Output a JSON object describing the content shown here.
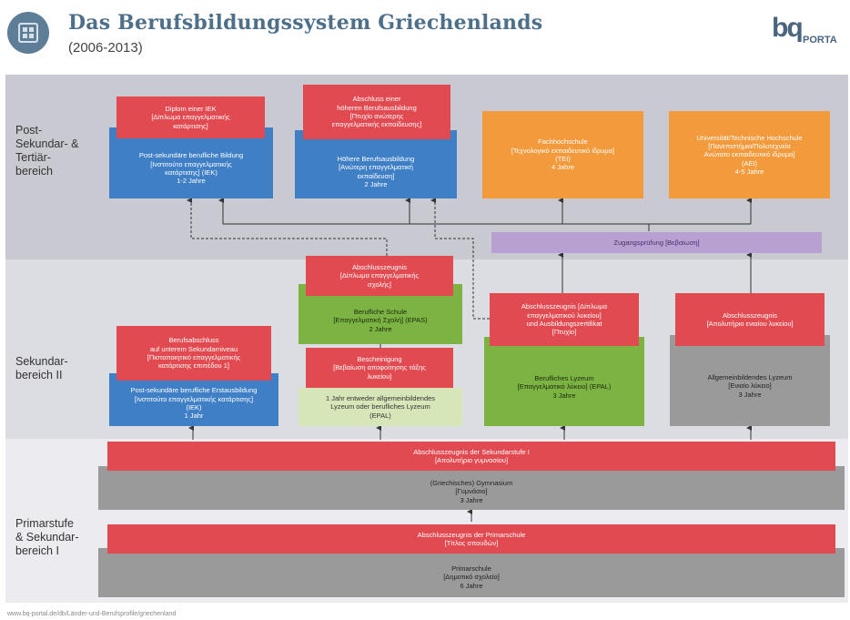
{
  "header": {
    "title": "Das Berufsbildungssystem Griechenlands",
    "subtitle": "(2006-2013)",
    "logo_mark": "bq",
    "logo_text": "PORTA"
  },
  "levels": {
    "tertiary": "Post-\nSekundar- &\nTertiär-\nbereich",
    "secondary2": "Sekundar-\nbereich II",
    "primary": "Primarstufe\n& Sekundar-\nbereich I"
  },
  "boxes": {
    "iek_diploma": "Diplom einer IEK\n[Δίπλωμα επαγγελματικής\nκατάρτισης]",
    "iek": "Post-sekundäre berufliche Bildung\n[Ινστιτούτο επαγγελματικής\nκατάρτισης] (IEK)\n1-2 Jahre",
    "higher_voc_cert": "Abschluss einer\nhöheren Berufsausbildung\n[Πτυχίο ανώτερης\nεπαγγελματικής εκπαίδευσης]",
    "higher_voc": "Höhere Berufsausbildung\n[Ανώτερη επαγγελματική\nεκπαίδευση]\n2 Jahre",
    "tei": "Fachhochschule\n[Τεχνολογικό εκπαιδευτικό ίδρυμα]\n(TEI)\n4 Jahre",
    "aei": "Universität/Technische Hochschule\n[Πανεπιστήμια/Πολυτεχνεία\nΑνώτατο εκπαιδευτικό ίδρυμα]\n(AEI)\n4-5 Jahre",
    "entrance_exam": "Zugangsprüfung [Βεβαίωση]",
    "epas_cert": "Abschlusszeugnis\n[Δίπλωμα επαγγελματικής\nσχολής]",
    "epas": "Berufliche Schule\n[Επαγγελματική Σχολή] (EPAS)\n2 Jahre",
    "epal_cert": "Abschlusszeugnis [Δίπλωμα\nεπαγγελματικού λυκείου]\nund Ausbildungszertifikat\n[Πτυχίο]",
    "epal": "Berufliches Lyzeum\n[Επαγγελματικό λύκειο] (EPAL)\n3 Jahre",
    "lyceum_cert": "Abschlusszeugnis\n[Απολυτήριο ενιαίου λυκείου]",
    "lyceum": "Allgemeinbildendes Lyzeum\n[Ενιαίο λύκειο]\n3 Jahre",
    "lower_voc_cert": "Berufsabschluss\nauf unterem Sekundarniveau\n[Πιστοποιητικό επαγγελματικής\nκατάρτισης επιπέδου 1]",
    "lower_iek": "Post-sekundäre berufliche Erstausbildung\n[Ινστιτούτο επαγγελματικής κατάρτισης]\n(IEK)\n1 Jahr",
    "certificate": "Bescheinigung\n[Βεβαίωση αποφοίτησης τάξης\nλυκείου]",
    "one_year": "1 Jahr entweder allgemeinbildendes\nLyzeum oder berufliches Lyzeum\n(EPAL)",
    "lower_sec_cert": "Abschlusszeugnis der Sekundarstufe I\n[Απολυτήριο γυμνασίου]",
    "gymnasium": "(Griechisches) Gymnasium\n[Γυμνάσιο]\n3 Jahre",
    "primary_cert": "Abschlusszeugnis der Primarschule\n[Τίτλος σπουδών]",
    "primary": "Primarschule\n[Δημοτικό σχολείο]\n6 Jahre"
  },
  "source": "www.bq-portal.de/db/Länder-und-Berufsprofile/griechenland",
  "colors": {
    "red": "#e14a50",
    "blue": "#3f7fc6",
    "orange": "#f39a3d",
    "green": "#7cb342",
    "light_green": "#d7e6b8",
    "gray": "#9a9a9a",
    "purple": "#b8a0d2",
    "band_dark": "#c9c9d2",
    "band_mid": "#dcdce3",
    "band_light": "#ebebf0"
  }
}
